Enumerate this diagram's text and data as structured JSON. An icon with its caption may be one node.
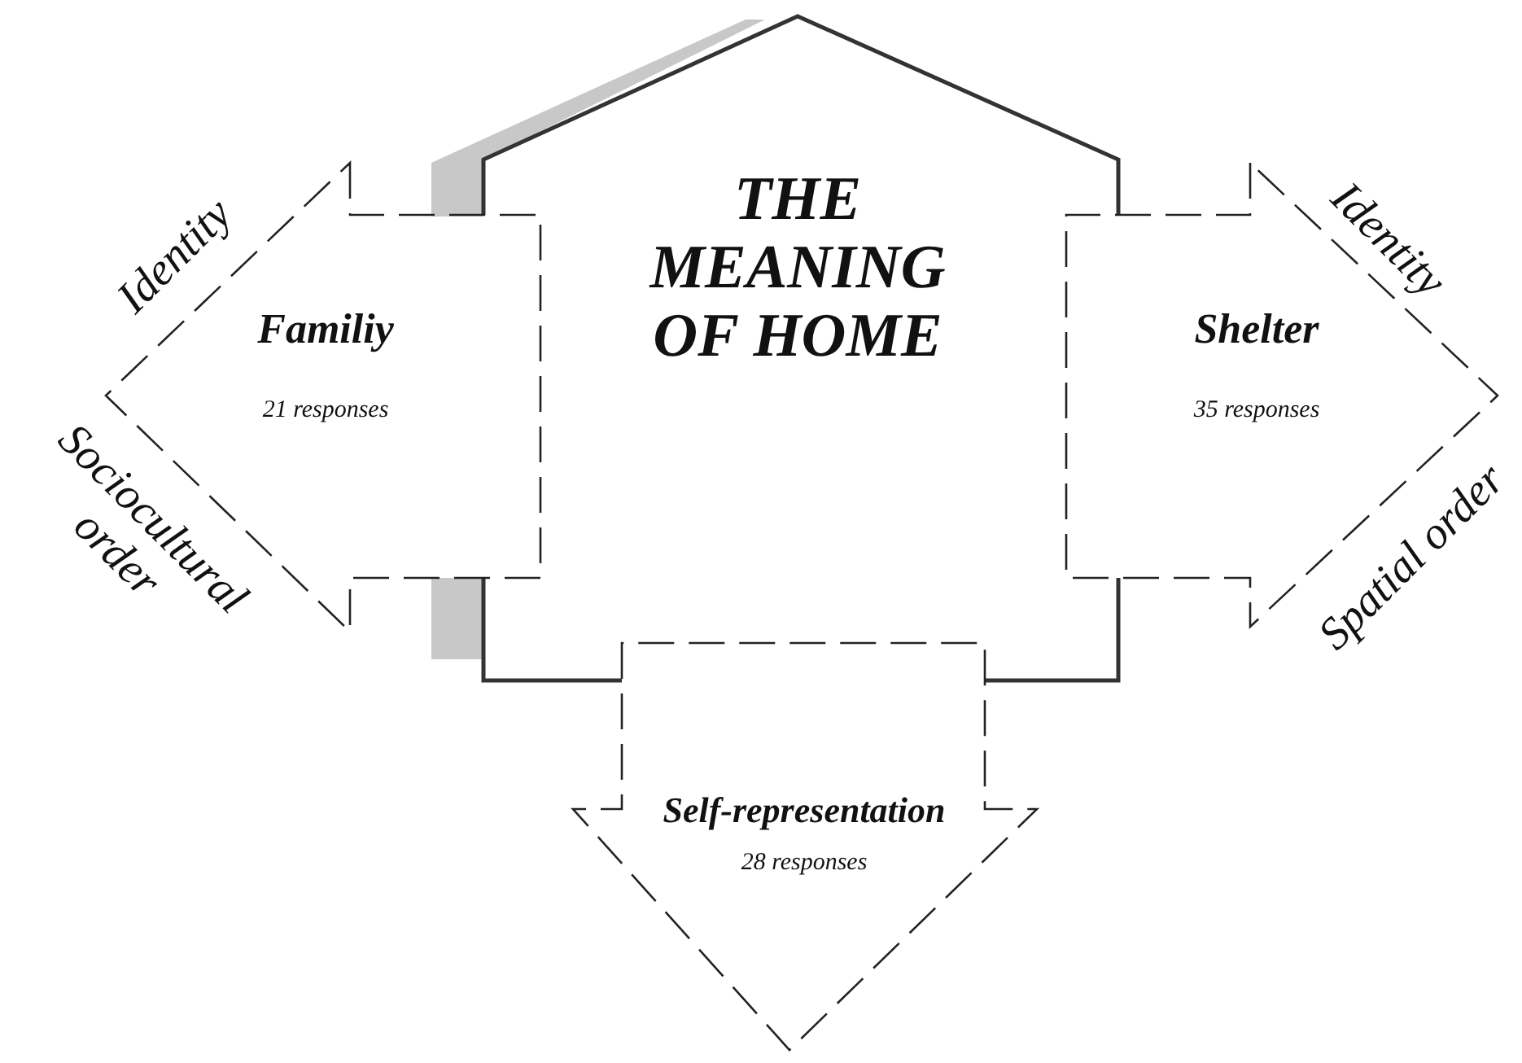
{
  "diagram": {
    "nodes": [
      {
        "text": [
          "THE MEANING OF HOME"
        ]
      },
      {
        "text": [
          "Familiy",
          "21 responses"
        ],
        "beside": [
          "Identity",
          "Sociocultural order"
        ]
      },
      {
        "text": [
          "Shelter",
          "35 responses"
        ],
        "beside": [
          "Identity",
          "Spatial order"
        ]
      },
      {
        "text": [
          "Self-representation",
          "28 responses"
        ]
      }
    ]
  }
}
